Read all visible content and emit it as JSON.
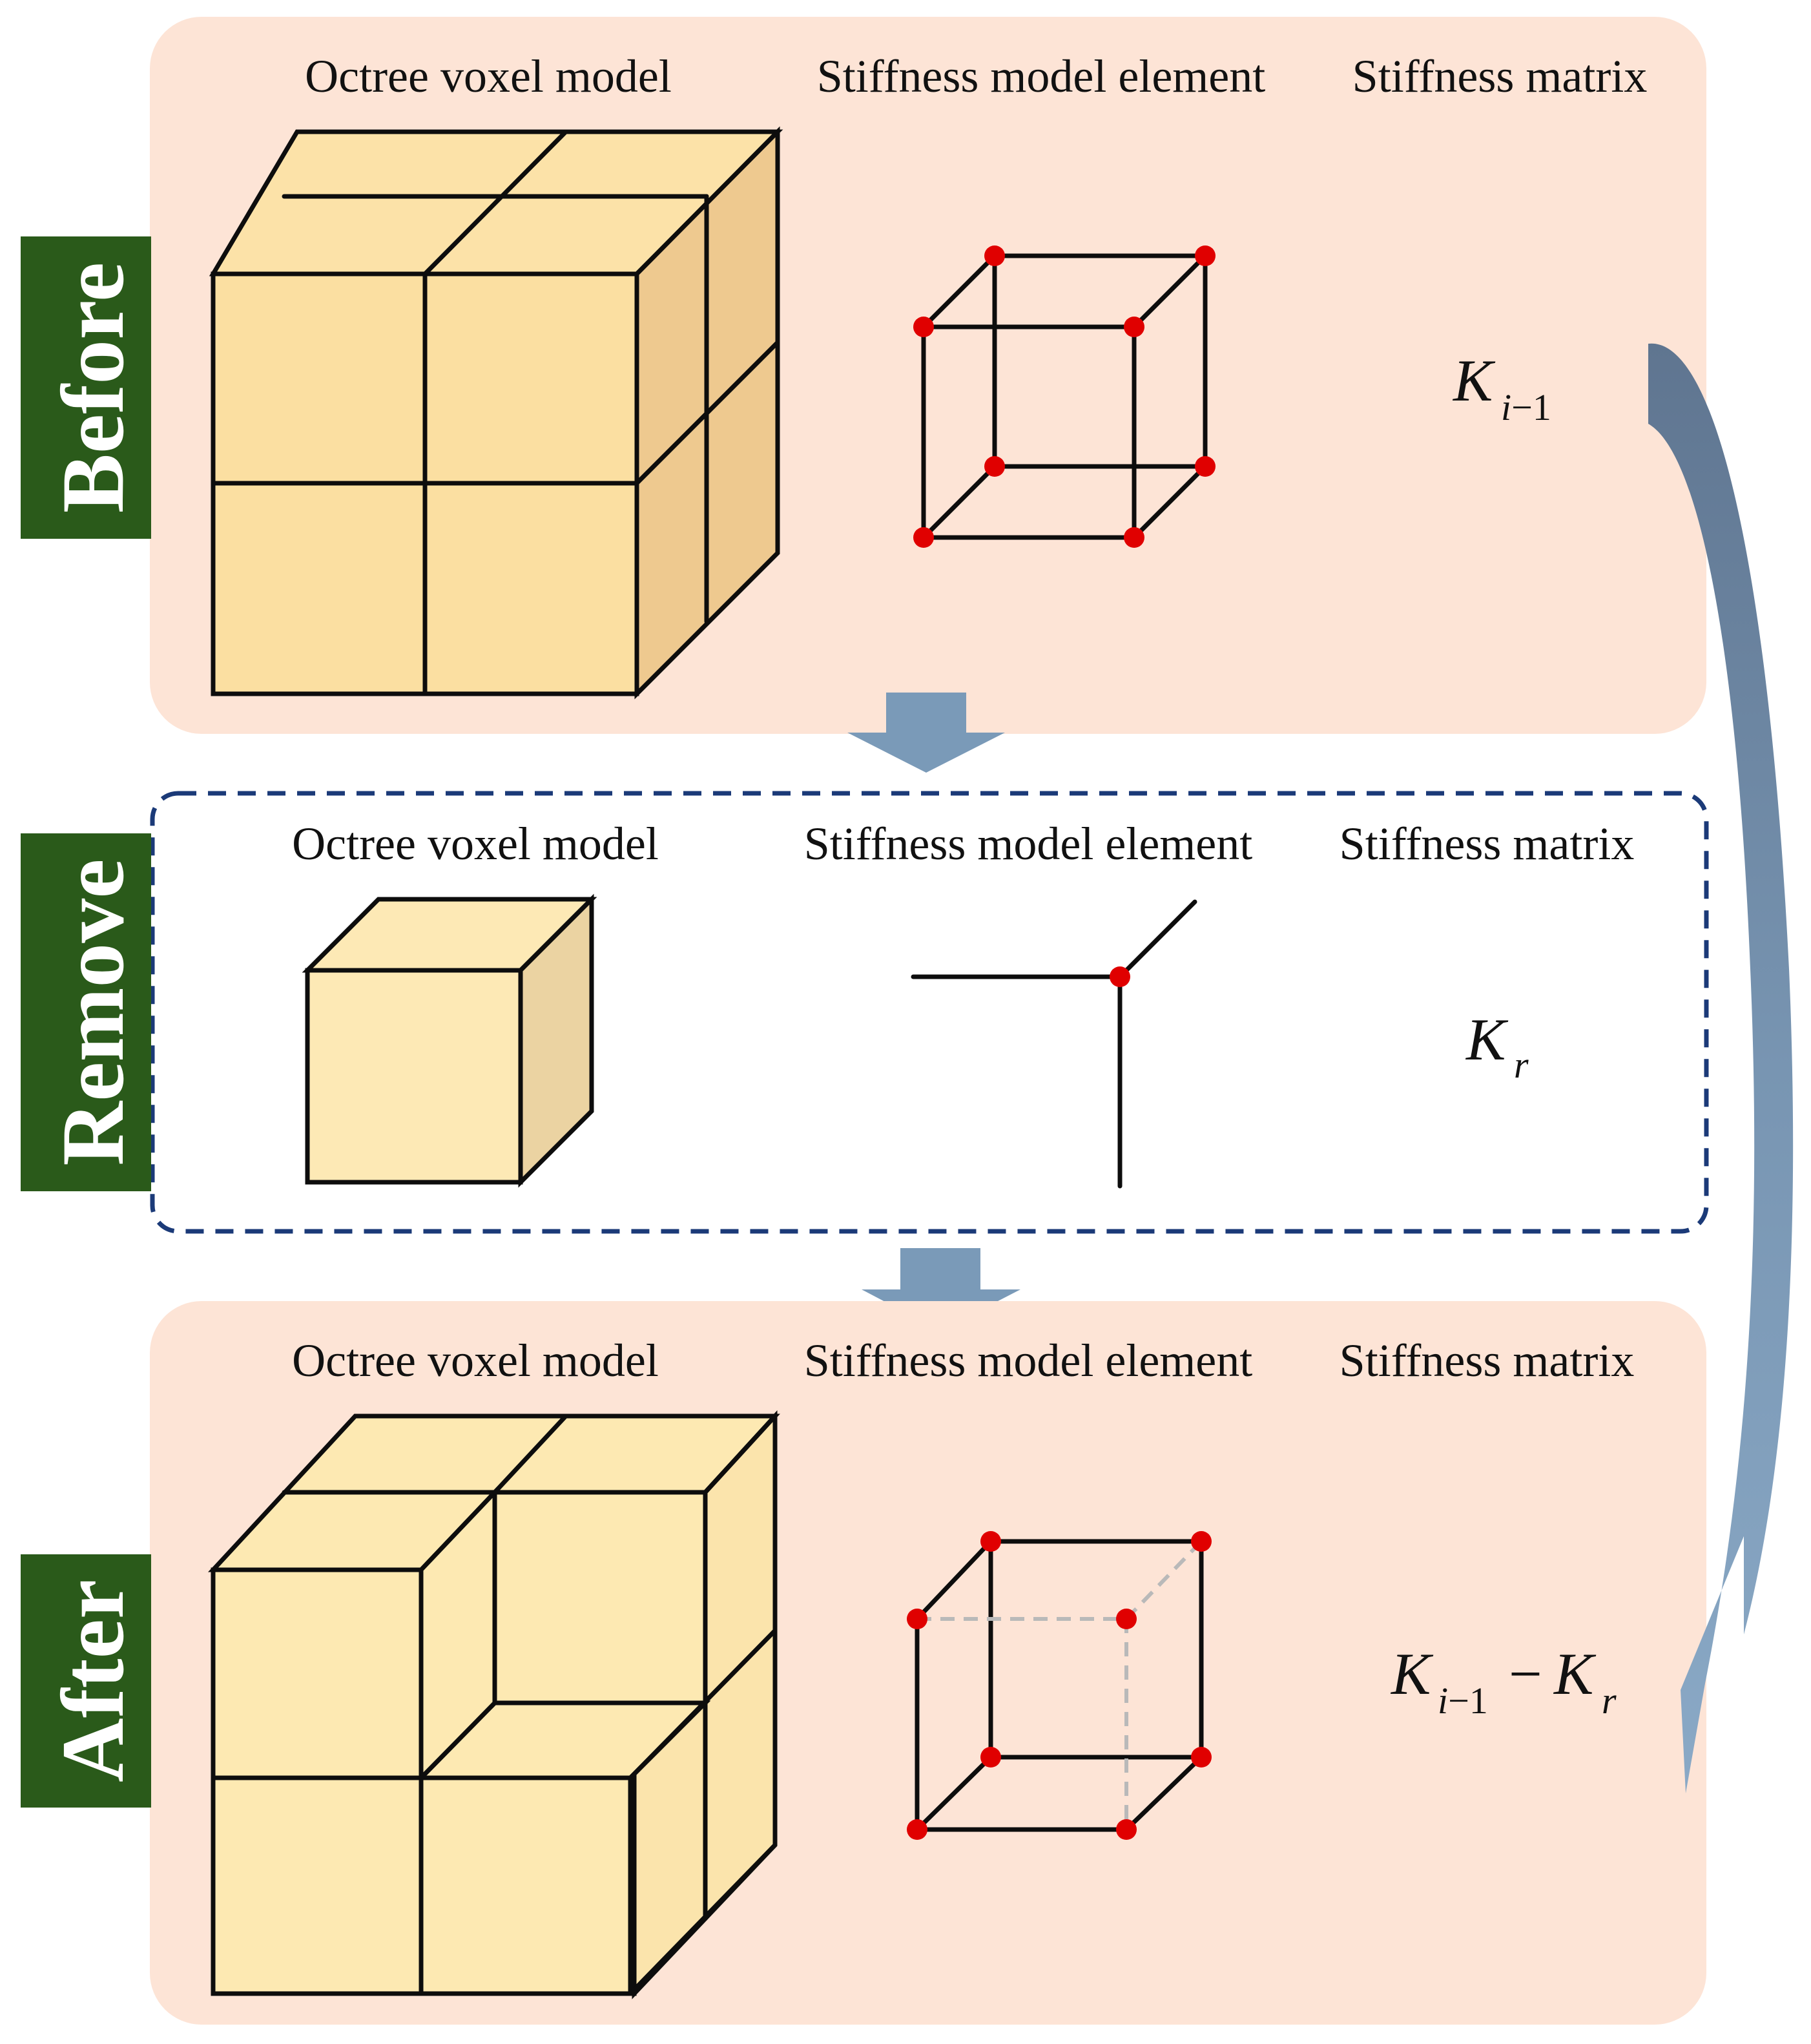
{
  "colors": {
    "panel_fill": "#fde4d6",
    "label_bg": "#2a5a1a",
    "label_text": "#ffffff",
    "cube_front_before": "#fbdfa1",
    "cube_top_before": "#fce2a8",
    "cube_side_before": "#eec98f",
    "cube_front_after": "#fde9b2",
    "cube_side_after": "#fbe4ac",
    "remove_cube_front": "#fde9b5",
    "remove_cube_side": "#ebd3a2",
    "arrow": "#7a9ab8",
    "dashed_border": "#1b3a78",
    "node": "#e00000"
  },
  "before": {
    "side_label": "Before",
    "headers": [
      "Octree voxel model",
      "Stiffness model element",
      "Stiffness matrix"
    ],
    "matrix": {
      "K": "K",
      "sub_i": "i",
      "sub_rest": "−1"
    }
  },
  "remove": {
    "side_label": "Remove",
    "headers": [
      "Octree voxel model",
      "Stiffness model element",
      "Stiffness matrix"
    ],
    "matrix": {
      "K": "K",
      "sub_r": "r"
    }
  },
  "after": {
    "side_label": "After",
    "headers": [
      "Octree voxel model",
      "Stiffness model element",
      "Stiffness matrix"
    ],
    "matrix": {
      "K1": "K",
      "sub_i": "i",
      "sub_rest": "−1",
      "minus": "−",
      "K2": "K",
      "sub_r": "r"
    }
  },
  "icons": [
    "down-arrow-icon",
    "curved-arrow-icon"
  ]
}
